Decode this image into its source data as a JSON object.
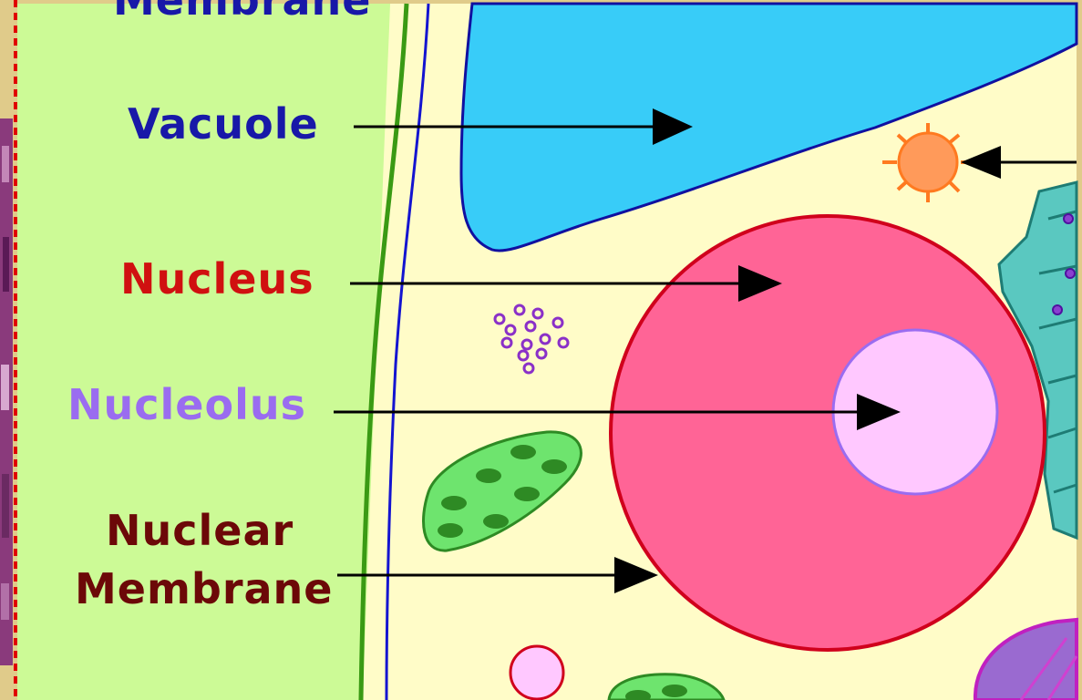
{
  "labels": {
    "cell_membrane_partial": "Membrane",
    "vacuole": "Vacuole",
    "nucleus": "Nucleus",
    "nucleolus": "Nucleolus",
    "nuclear_membrane_line1": "Nuclear",
    "nuclear_membrane_line2": "Membrane"
  },
  "colors": {
    "frame": "#e0cb8a",
    "cell_wall_fill": "#ccfa96",
    "cytoplasm": "#fffcc8",
    "vacuole_fill": "#38ccf8",
    "nucleus_fill": "#ff6496",
    "nucleus_outline": "#d0001c",
    "nucleolus_fill": "#ffc8ff",
    "nucleolus_outline": "#9a6cf0",
    "chloroplast_fill": "#6ee46e",
    "chloroplast_thylakoid": "#2e8a24",
    "golgi_fill": "#5ac8c0",
    "lysosome_fill": "#ff9a5a",
    "label_vacuole": "#1818a8",
    "label_nucleus": "#d01010",
    "label_nucleolus": "#9a6cf0",
    "label_nuclear_membrane": "#6c0808",
    "arrow": "#000000"
  },
  "icons": [
    "ribosome-cluster",
    "lysosome-icon",
    "chloroplast-icon",
    "golgi-apparatus-icon",
    "mitochondrion-icon"
  ]
}
